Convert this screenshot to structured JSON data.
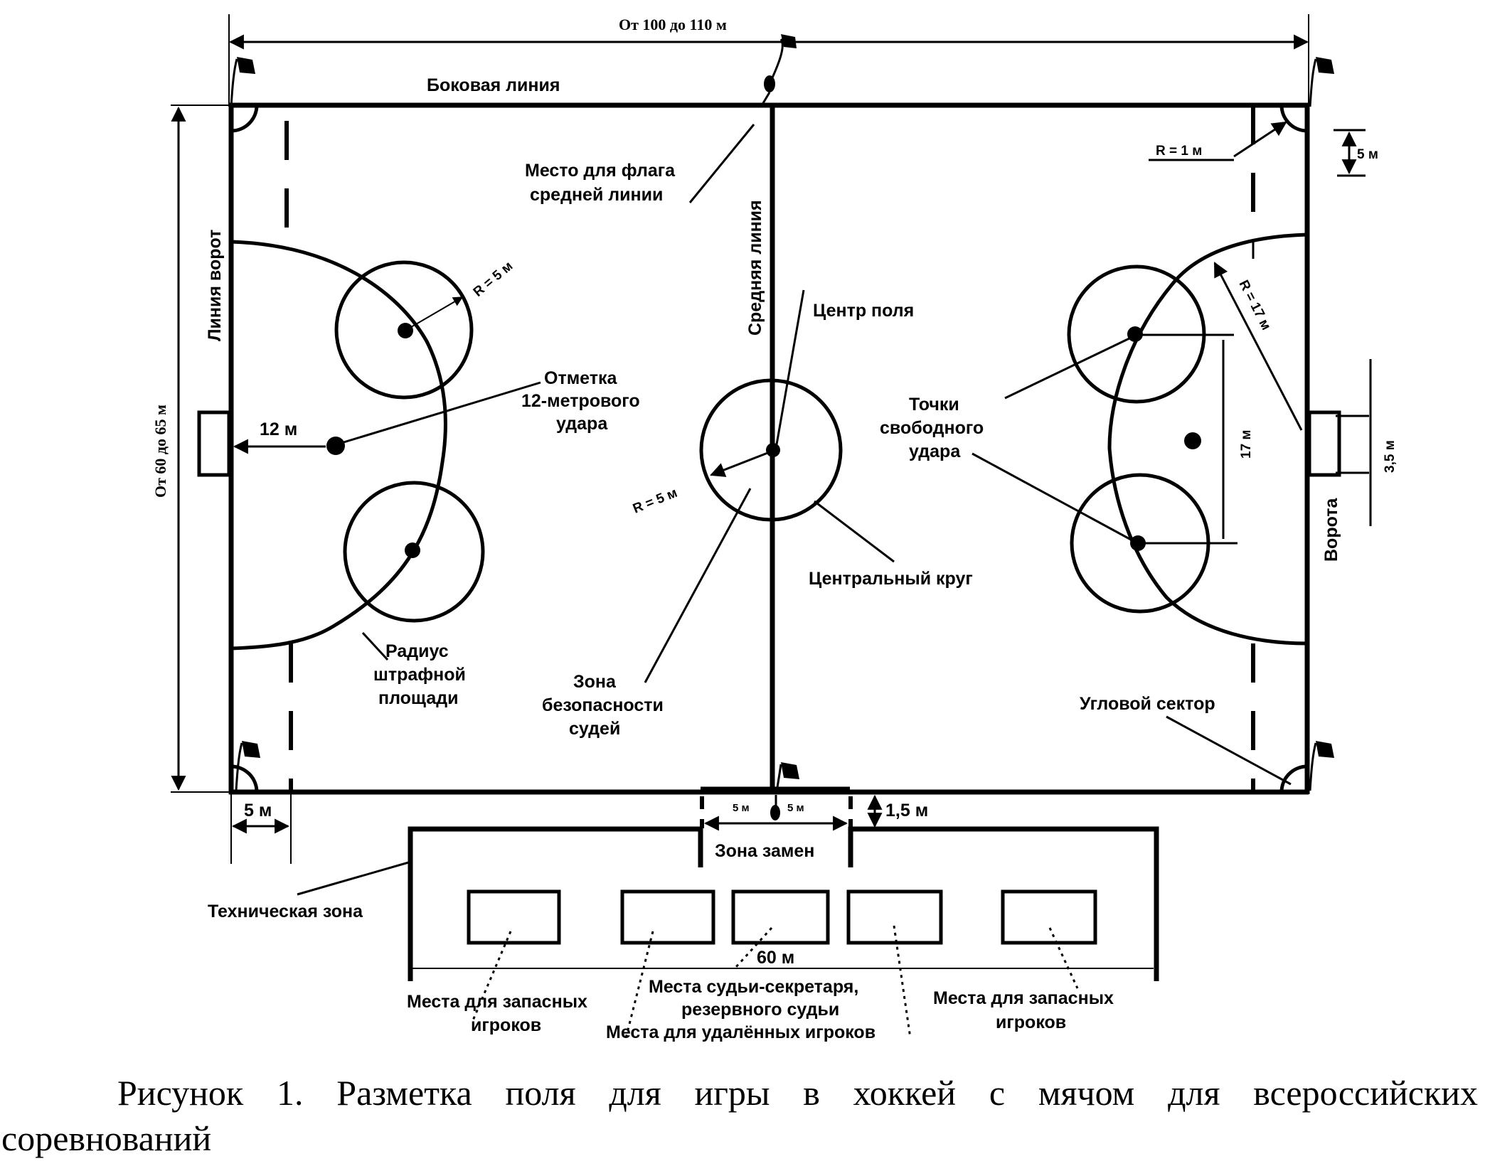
{
  "diagram": {
    "dimensions": {
      "field_length": "От  100 до 110 м",
      "field_width": "От  60 до 65 м",
      "corner_radius": "R = 1 м",
      "dash_offset_top": "5 м",
      "free_hit_circle_radius": "R = 5 м",
      "penalty_spot_distance": "12 м",
      "center_circle_radius": "R = 5 м",
      "penalty_area_radius": "R = 17 м",
      "free_hit_spacing": "17 м",
      "goal_width": "3,5 м",
      "dash_offset_bottom": "5 м",
      "sub_left": "5 м",
      "sub_right": "5 м",
      "bench_offset": "1,5 м",
      "technical_zone_length": "60 м"
    },
    "labels": {
      "side_line": "Боковая линия",
      "goal_line": "Линия ворот",
      "middle_line": "Средняя линия",
      "middle_flag_place_1": "Место для флага",
      "middle_flag_place_2": "средней линии",
      "field_center": "Центр поля",
      "penalty_mark_1": "Отметка",
      "penalty_mark_2": "12-метрового",
      "penalty_mark_3": "удара",
      "free_hit_points_1": "Точки",
      "free_hit_points_2": "свободного",
      "free_hit_points_3": "удара",
      "center_circle": "Центральный круг",
      "goal": "Ворота",
      "penalty_area_1": "Радиус",
      "penalty_area_2": "штрафной",
      "penalty_area_3": "площади",
      "referee_zone_1": "Зона",
      "referee_zone_2": "безопасности",
      "referee_zone_3": "судей",
      "corner_sector": "Угловой сектор",
      "substitution_zone": "Зона замен",
      "technical_zone": "Техническая зона",
      "subs_left_1": "Места для запасных",
      "subs_left_2": "игроков",
      "secretary_1": "Места судьи-секретаря,",
      "secretary_2": "резервного судьи",
      "penalized": "Места для удалённых игроков",
      "subs_right_1": "Места для запасных",
      "subs_right_2": "игроков"
    }
  },
  "caption": {
    "line1": "Рисунок 1. Разметка поля для игры в хоккей с мячом для всероссийских",
    "line2": "соревнований"
  }
}
